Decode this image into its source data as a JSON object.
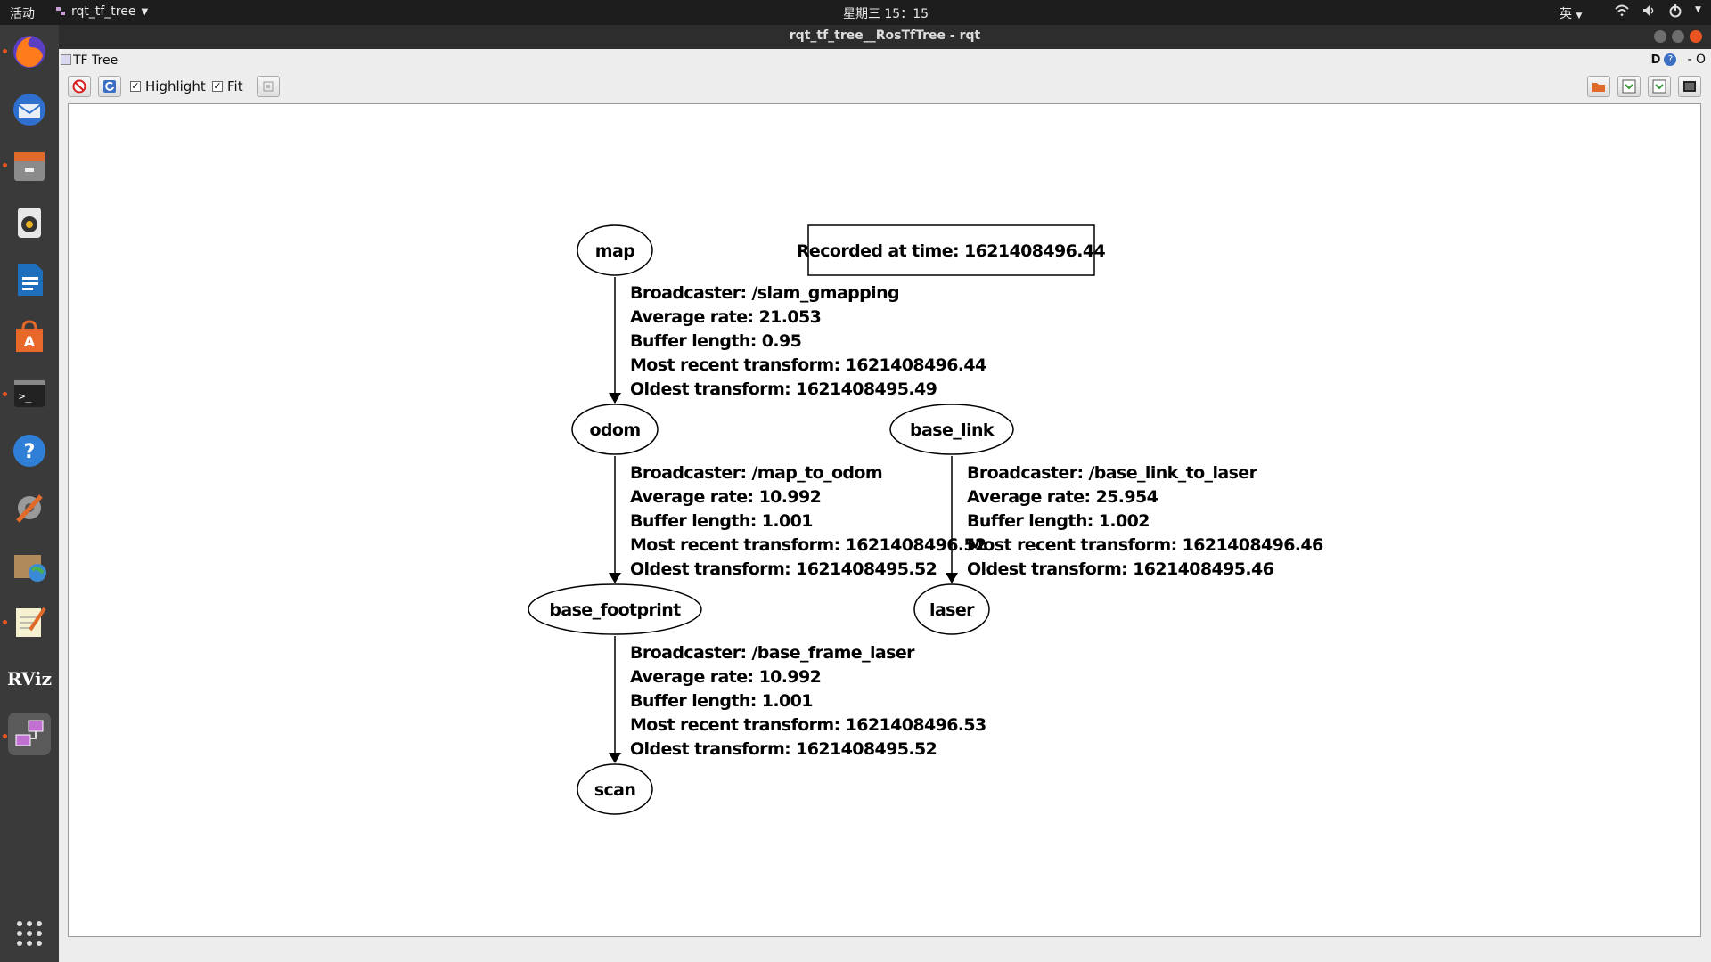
{
  "top_panel": {
    "activities": "活动",
    "app_menu": "rqt_tf_tree",
    "clock": "星期三 15：15",
    "ime": "英",
    "tray": [
      "wifi-icon",
      "volume-icon",
      "power-icon"
    ]
  },
  "dock": {
    "items": [
      "firefox-icon",
      "thunderbird-icon",
      "files-icon",
      "rhythmbox-icon",
      "writer-icon",
      "software-icon",
      "terminal-icon",
      "help-icon",
      "settings-icon",
      "archive-icon",
      "editor-icon",
      "rviz-icon",
      "rqt-icon",
      "apps-grid-icon"
    ],
    "rviz_label": "RViz"
  },
  "window": {
    "title": "rqt_tf_tree__RosTfTree - rqt",
    "plugin_title": "TF Tree",
    "header_d": "D",
    "header_help": "?",
    "header_close": "- O"
  },
  "toolbar": {
    "highlight_label": "Highlight",
    "fit_label": "Fit",
    "check_mark": "✓"
  },
  "graph": {
    "recorded": "Recorded at time: 1621408496.44",
    "nodes": {
      "map": "map",
      "odom": "odom",
      "base_link": "base_link",
      "base_footprint": "base_footprint",
      "laser": "laser",
      "scan": "scan"
    },
    "edges": {
      "map_odom": [
        "Broadcaster: /slam_gmapping",
        "Average rate: 21.053",
        "Buffer length: 0.95",
        "Most recent transform: 1621408496.44",
        "Oldest transform: 1621408495.49"
      ],
      "odom_base_footprint": [
        "Broadcaster: /map_to_odom",
        "Average rate: 10.992",
        "Buffer length: 1.001",
        "Most recent transform: 1621408496.52",
        "Oldest transform: 1621408495.52"
      ],
      "base_link_laser": [
        "Broadcaster: /base_link_to_laser",
        "Average rate: 25.954",
        "Buffer length: 1.002",
        "Most recent transform: 1621408496.46",
        "Oldest transform: 1621408495.46"
      ],
      "base_footprint_scan": [
        "Broadcaster: /base_frame_laser",
        "Average rate: 10.992",
        "Buffer length: 1.001",
        "Most recent transform: 1621408496.53",
        "Oldest transform: 1621408495.52"
      ]
    }
  }
}
